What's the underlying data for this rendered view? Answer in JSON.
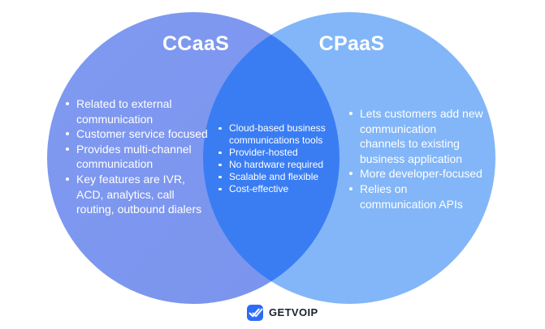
{
  "venn": {
    "text_color": "#ffffff",
    "left": {
      "title": "CCaaS",
      "color": "#7C96EE",
      "items": [
        "Related to external communication",
        "Customer service focused",
        "Provides multi-channel communication",
        "Key features are IVR, ACD, analytics, call routing, outbound dialers"
      ]
    },
    "overlap": {
      "color": "#3A7DF3",
      "items": [
        "Cloud-based business communications tools",
        "Provider-hosted",
        "No hardware required",
        "Scalable and flexible",
        "Cost-effective"
      ]
    },
    "right": {
      "title": "CPaaS",
      "color": "#82B6F8",
      "items": [
        "Lets customers add new communication channels to existing business application",
        "More developer-focused",
        "Relies on communication APIs"
      ]
    }
  },
  "footer": {
    "brand": "GETVOIP",
    "logo_icon": "double-check-icon",
    "logo_color": "#2E6BF6",
    "brand_text_color": "#1B2032"
  }
}
